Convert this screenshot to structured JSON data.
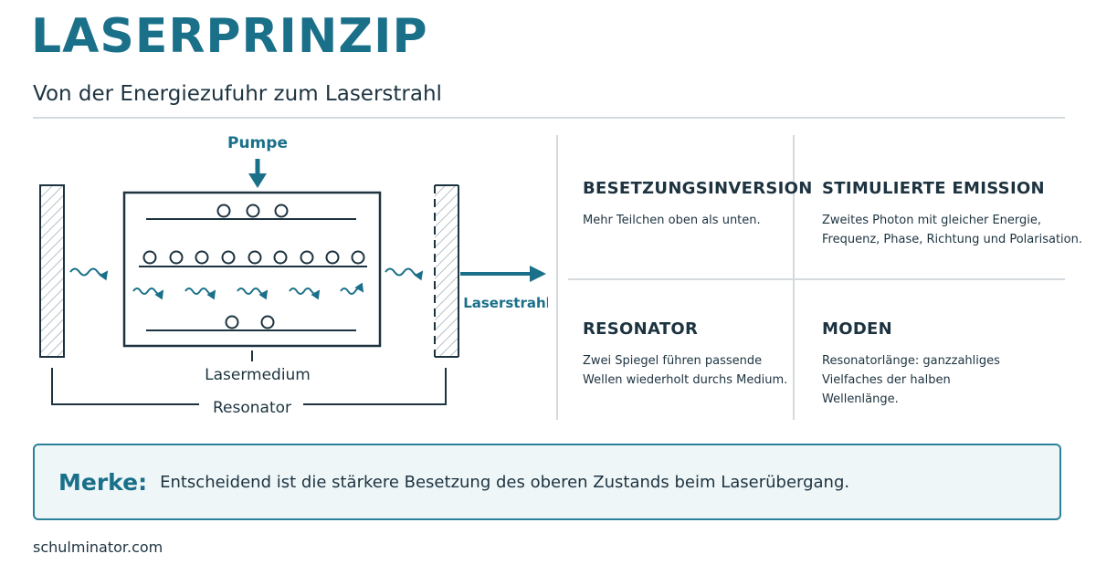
{
  "header": {
    "title": "LASERPRINZIP",
    "subtitle": "Von der Energiezufuhr zum Laserstrahl"
  },
  "diagram": {
    "pump_label": "Pumpe",
    "medium_label": "Lasermedium",
    "resonator_label": "Resonator",
    "beam_label": "Laserstrahl"
  },
  "cards": [
    {
      "title": "BESETZUNGSINVERSION",
      "text": "Mehr Teilchen oben als unten."
    },
    {
      "title": "STIMULIERTE EMISSION",
      "text": "Zweites Photon mit gleicher Energie, Frequenz, Phase, Richtung und Polarisation."
    },
    {
      "title": "RESONATOR",
      "text": "Zwei Spiegel führen passende Wellen wiederholt durchs Medium."
    },
    {
      "title": "MODEN",
      "text": "Resonatorlänge: ganzzahliges Vielfaches der halben Wellenlänge."
    }
  ],
  "merke": {
    "label": "Merke:",
    "text": "Entscheidend ist die stärkere Besetzung des oberen Zustands beim Laserübergang."
  },
  "footer": {
    "text": "schulminator.com"
  },
  "colors": {
    "accent": "#1a7089",
    "dark": "#1d3340",
    "divider": "#d4dadd",
    "box_bg": "#eef6f8"
  }
}
